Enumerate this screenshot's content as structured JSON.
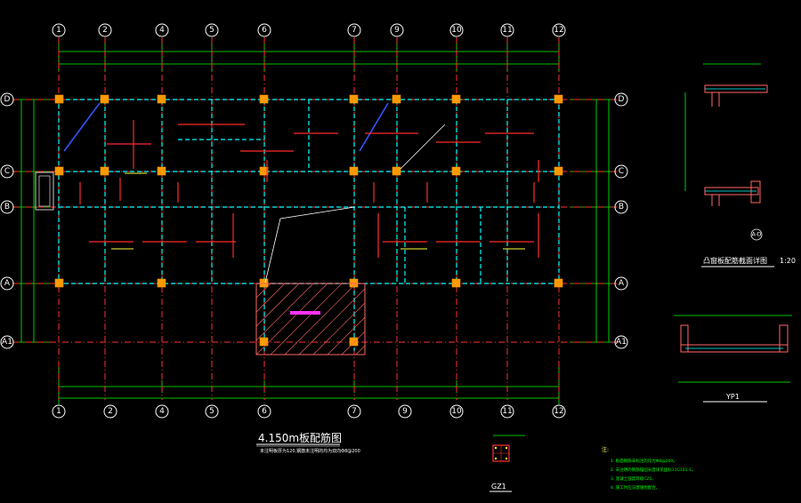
{
  "axes": {
    "x_labels": [
      "1",
      "2",
      "4",
      "5",
      "6",
      "7",
      "9",
      "10",
      "11",
      "12"
    ],
    "y_labels": [
      "D",
      "C",
      "B",
      "A",
      "A1"
    ]
  },
  "plan": {
    "title": "4.150m板配筋图",
    "subtitle": "未注明板厚为120,钢筋未注明的均为双向Φ8@200"
  },
  "details": {
    "section_title": "凸窗板配筋截面详图",
    "section_scale": "1:20",
    "section_mark": "A-D",
    "yp_title": "YP1",
    "gz_title": "GZ1"
  },
  "notes": {
    "head": "注:",
    "lines": [
      "1. 板面钢筋未标注的均为Φ8@200。",
      "2. 未注明的钢筋锚固长度详见国标11G101-1。",
      "3. 混凝土强度等级C25。",
      "4. 施工时应与建施图配合。"
    ]
  },
  "colors": {
    "background": "#000000",
    "grid": "#ff3030",
    "beam": "#00ffff",
    "dimension": "#00ff00",
    "column": "#ff9900"
  }
}
